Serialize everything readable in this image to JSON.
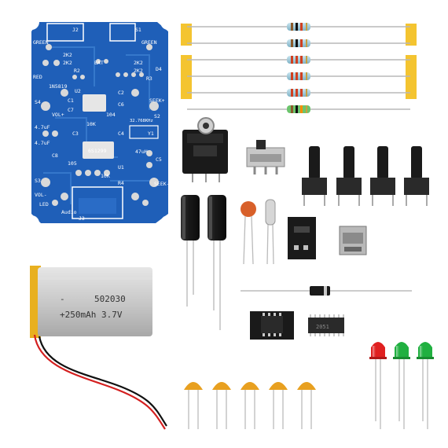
{
  "colors": {
    "pcb_blue": "#1f5fb8",
    "pcb_dark": "#174a94",
    "pad_silver": "#d9d9d9",
    "resistor_body": "#9fc9d9",
    "resistor_band_green": "#5ab85a",
    "tape_yellow": "#f4c430",
    "electrolytic_black": "#1c1c1c",
    "ceramic_orange": "#e8a020",
    "battery_silver": "#c8c8c8",
    "battery_tape": "#e8b020",
    "wire_red": "#d42020",
    "wire_black": "#111111",
    "led_red": "#e02020",
    "led_green": "#20b040"
  },
  "pcb": {
    "labels": [
      "J2",
      "S1",
      "GREEN",
      "GREEN",
      "2K2",
      "2K2",
      "BAT",
      "2K2",
      "2K2",
      "R2",
      "R3",
      "RED",
      "D4",
      "1N5819",
      "4.7uF",
      "4.7uF",
      "C1",
      "C2",
      "S4",
      "S2",
      "VOL+",
      "SEEK+",
      "10K",
      "32.768KHz",
      "U2",
      "Y1",
      "C3",
      "C4",
      "C5",
      "C6",
      "C7",
      "C8",
      "47uH",
      "U1",
      "10K",
      "S3",
      "VOL-",
      "SEEK-",
      "R4",
      "Audio",
      "J3",
      "LED",
      "105",
      "104",
      "6S1299"
    ]
  },
  "battery": {
    "model": "502030",
    "spec": "+250mAh 3.7V"
  },
  "ic_marking": "2051"
}
